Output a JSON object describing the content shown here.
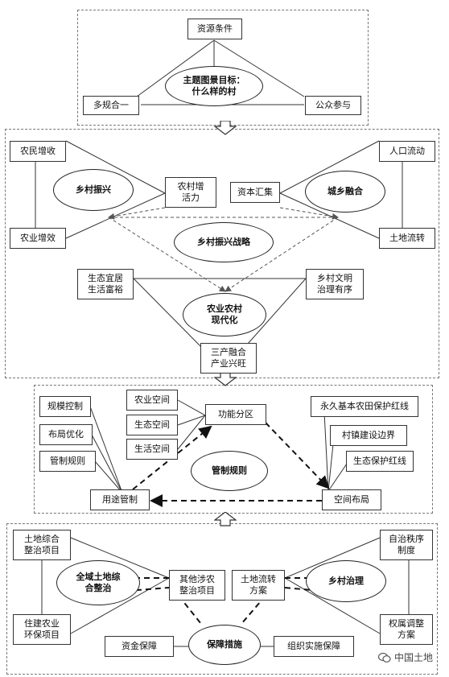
{
  "section1": {
    "resources": "资源条件",
    "goal": "主题图景目标：\n什么样的村",
    "multi_plan": "多规合一",
    "public": "公众参与"
  },
  "section2": {
    "farmer_income": "农民增收",
    "agri_efficiency": "农业增效",
    "rural_revival": "乡村振兴",
    "village_vitality": "农村增\n活力",
    "capital": "资本汇集",
    "urban_rural": "城乡融合",
    "population": "人口流动",
    "land_transfer": "土地流转",
    "strategy": "乡村振兴战略",
    "eco_living": "生态宜居\n生活富裕",
    "civility": "乡村文明\n治理有序",
    "modernization": "农业农村\n现代化",
    "three_industries": "三产融合\n产业兴旺"
  },
  "section3": {
    "scale_control": "规模控制",
    "layout_opt": "布局优化",
    "control_rules_box": "管制规则",
    "agri_space": "农业空间",
    "eco_space": "生态空间",
    "life_space": "生活空间",
    "zoning": "功能分区",
    "farmland_line": "永久基本农田保护红线",
    "town_boundary": "村镇建设边界",
    "eco_line": "生态保护红线",
    "control_rules": "管制规则",
    "use_control": "用途管制",
    "spatial_layout": "空间布局"
  },
  "section4": {
    "land_consolidation_item": "土地综合\n整治项目",
    "housing": "住建农业\n环保项目",
    "global_land": "全域土地综\n合整治",
    "other_projects": "其他涉农\n整治项目",
    "land_transfer_plan": "土地流转\n方案",
    "rural_governance": "乡村治理",
    "autonomy": "自治秩序\n制度",
    "ownership": "权属调整\n方案",
    "guarantee": "保障措施",
    "funding": "资金保障",
    "organization": "组织实施保障"
  },
  "watermark": "中国土地"
}
